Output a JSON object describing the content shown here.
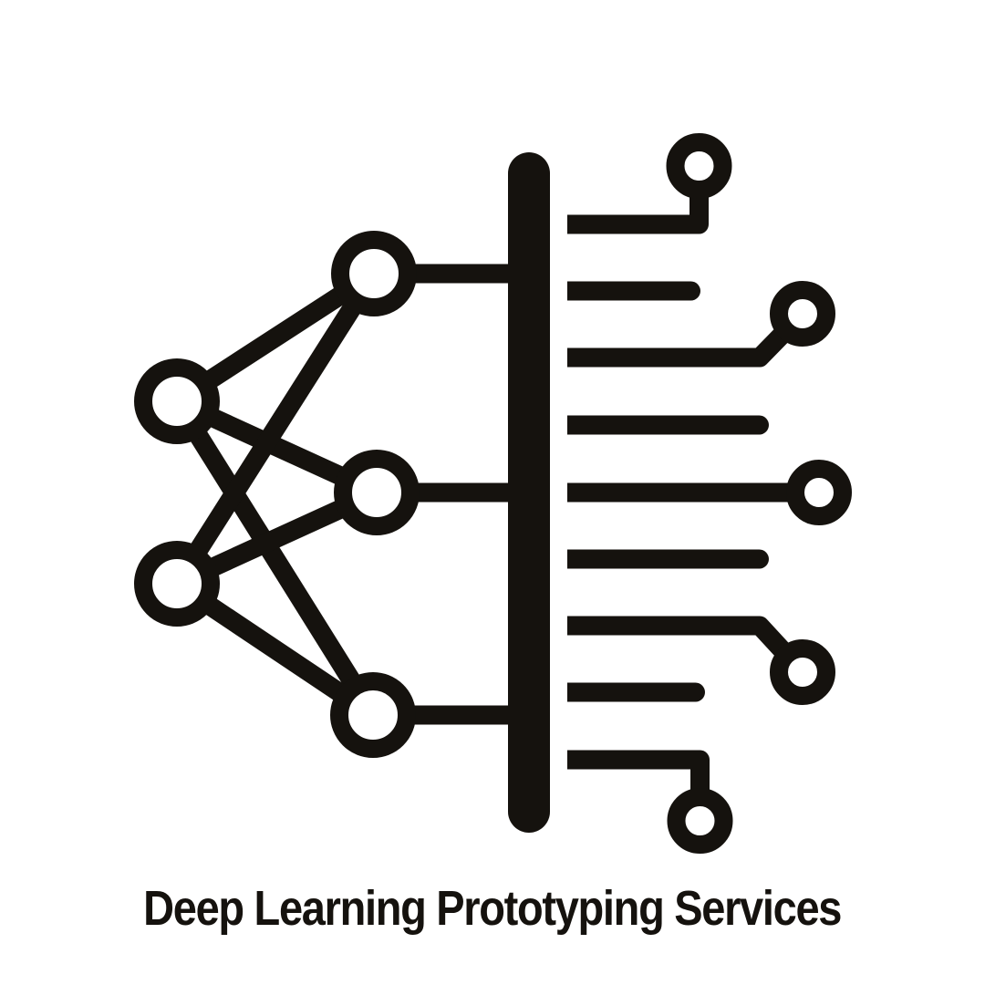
{
  "caption": {
    "text": "Deep Learning Prototyping Services"
  },
  "colors": {
    "ink": "#15120e",
    "background": "#ffffff",
    "node_fill": "#ffffff"
  },
  "icon": {
    "description": "neural network layer connected through a vertical bar to circuit-board traces",
    "input_node_count": 2,
    "hidden_node_count": 3,
    "edge_count": 6,
    "trace_count": 9,
    "terminal_pad_count": 5
  }
}
